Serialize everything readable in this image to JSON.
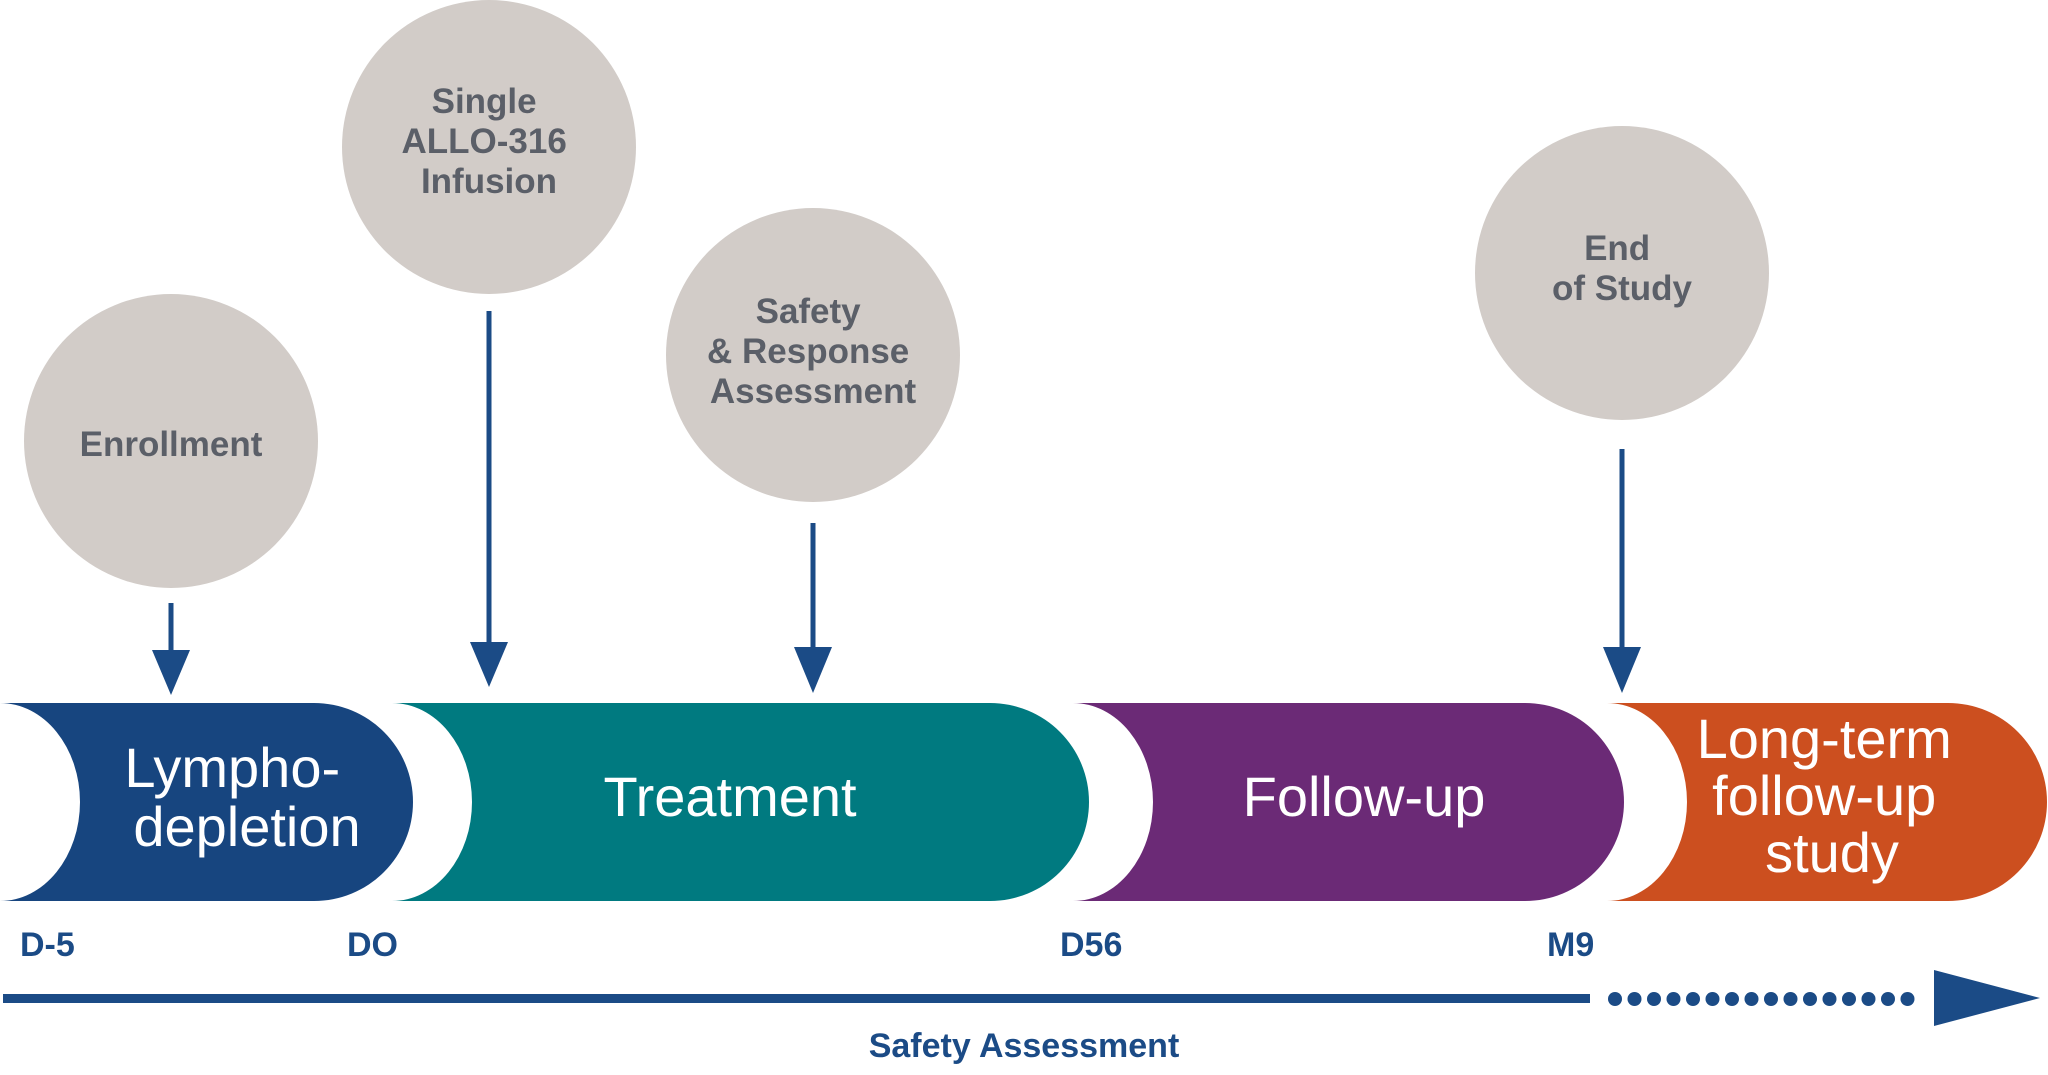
{
  "events": [
    {
      "id": "enrollment",
      "lines": [
        "Enrollment"
      ]
    },
    {
      "id": "infusion",
      "lines": [
        "Single",
        "ALLO-316",
        "Infusion"
      ]
    },
    {
      "id": "assessment",
      "lines": [
        "Safety",
        "& Response",
        "Assessment"
      ]
    },
    {
      "id": "end-of-study",
      "lines": [
        "End",
        "of Study"
      ]
    }
  ],
  "phases": [
    {
      "id": "lymphodepletion",
      "lines": [
        "Lympho-",
        "depletion"
      ]
    },
    {
      "id": "treatment",
      "lines": [
        "Treatment"
      ]
    },
    {
      "id": "follow-up",
      "lines": [
        "Follow-up"
      ]
    },
    {
      "id": "long-term",
      "lines": [
        "Long-term",
        "follow-up",
        "study"
      ]
    }
  ],
  "timepoints": [
    "D-5",
    "DO",
    "D56",
    "M9"
  ],
  "footer": {
    "label": "Safety Assessment"
  },
  "colors": {
    "lymphodepletion": "#17457f",
    "treatment": "#007a80",
    "follow_up": "#6b2a76",
    "long_term": "#cc4f1f",
    "circle": "#d2ccc8",
    "circle_text": "#5b5f68",
    "arrow": "#1b4b86"
  }
}
